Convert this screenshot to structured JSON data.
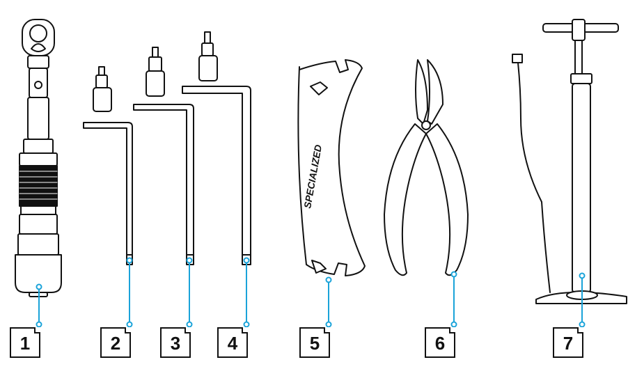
{
  "callouts": [
    {
      "number": "1",
      "tool": "torque-wrench"
    },
    {
      "number": "2",
      "tool": "hex-key-small"
    },
    {
      "number": "3",
      "tool": "hex-key-medium"
    },
    {
      "number": "4",
      "tool": "hex-key-large"
    },
    {
      "number": "5",
      "tool": "spoke-wrench"
    },
    {
      "number": "6",
      "tool": "side-cutters"
    },
    {
      "number": "7",
      "tool": "floor-pump"
    }
  ],
  "brand_lettering": "SPECIALIZED",
  "colors": {
    "outline": "#111111",
    "leader": "#1aa3d9",
    "fill": "#ffffff"
  }
}
